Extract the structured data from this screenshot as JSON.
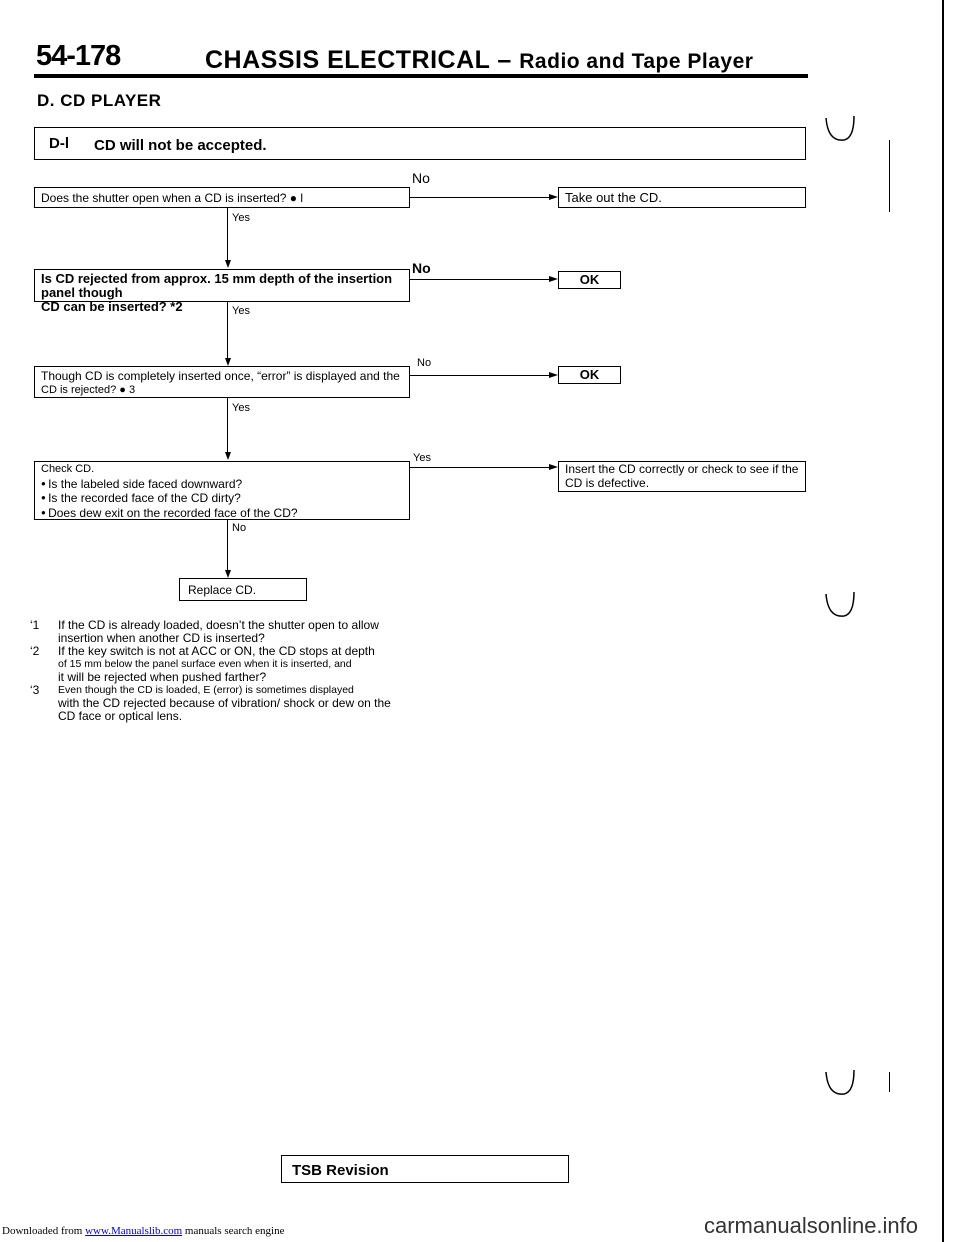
{
  "header": {
    "page_number": "54-178",
    "title": "CHASSIS ELECTRICAL",
    "separator": "–",
    "subtitle": "Radio and Tape Player"
  },
  "section": {
    "title": "D. CD PLAYER"
  },
  "trouble": {
    "code": "D-l",
    "description": "CD will not be accepted."
  },
  "flow": {
    "step1": {
      "question": "Does the shutter open when a CD is inserted? ● l",
      "no_label": "No",
      "yes_label": "Yes",
      "no_result": "Take out the CD."
    },
    "step2": {
      "question_line1": "Is CD rejected from approx. 15 mm depth of the insertion panel though",
      "question_line2": "CD can be inserted? *2",
      "no_label": "No",
      "yes_label": "Yes",
      "no_result": "OK"
    },
    "step3": {
      "question_line1": "Though CD is completely inserted once, “error” is displayed and the",
      "question_line2": "CD is rejected? ● 3",
      "no_label": "No",
      "yes_label": "Yes",
      "no_result": "OK"
    },
    "step4": {
      "title": "Check CD.",
      "items": [
        "Is the labeled side faced downward?",
        "Is the recorded face of the CD dirty?",
        "Does dew exit on the recorded face of the CD?"
      ],
      "yes_label": "Yes",
      "no_label": "No",
      "yes_result_line1": "Insert the CD correctly or check to see if the",
      "yes_result_line2": "CD is defective."
    },
    "step5": {
      "action": "Replace CD."
    }
  },
  "notes": [
    {
      "mark": "‘1",
      "lines": [
        "If the CD is already loaded, doesn’t the shutter open to allow",
        "insertion when another CD is inserted?"
      ]
    },
    {
      "mark": "‘2",
      "lines": [
        "If the key switch is not at ACC or ON, the CD stops at depth",
        "of 15 mm below the panel surface even when it is inserted, and",
        "it will be rejected when pushed farther?"
      ]
    },
    {
      "mark": "‘3",
      "lines": [
        "Even though the CD is loaded, E (error) is sometimes displayed",
        "with the CD rejected because of vibration/ shock or dew on the",
        "CD face or optical lens."
      ]
    }
  ],
  "tsb": {
    "label": "TSB Revision"
  },
  "footer": {
    "prefix": "Downloaded from",
    "link1": "www.Manualslib.com",
    "middle": "manuals search engine",
    "watermark": "carmanualsonline.info"
  }
}
